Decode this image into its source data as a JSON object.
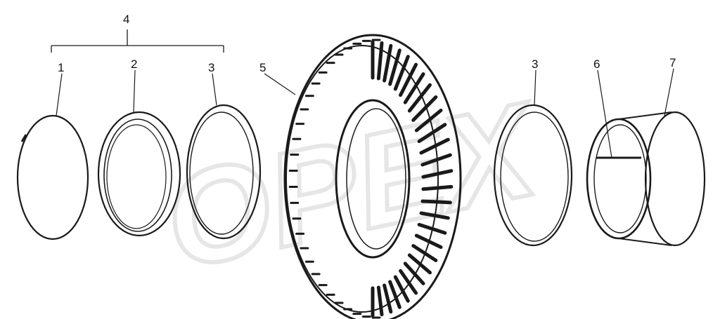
{
  "diagram": {
    "watermark": "OPEX",
    "ink_color": "#1a1a1a",
    "background_color": "#ffffff",
    "callouts": [
      {
        "id": "c4",
        "text": "4"
      },
      {
        "id": "c1",
        "text": "1"
      },
      {
        "id": "c2",
        "text": "2"
      },
      {
        "id": "c3a",
        "text": "3"
      },
      {
        "id": "c5",
        "text": "5"
      },
      {
        "id": "c3b",
        "text": "3"
      },
      {
        "id": "c6",
        "text": "6"
      },
      {
        "id": "c7",
        "text": "7"
      }
    ]
  }
}
